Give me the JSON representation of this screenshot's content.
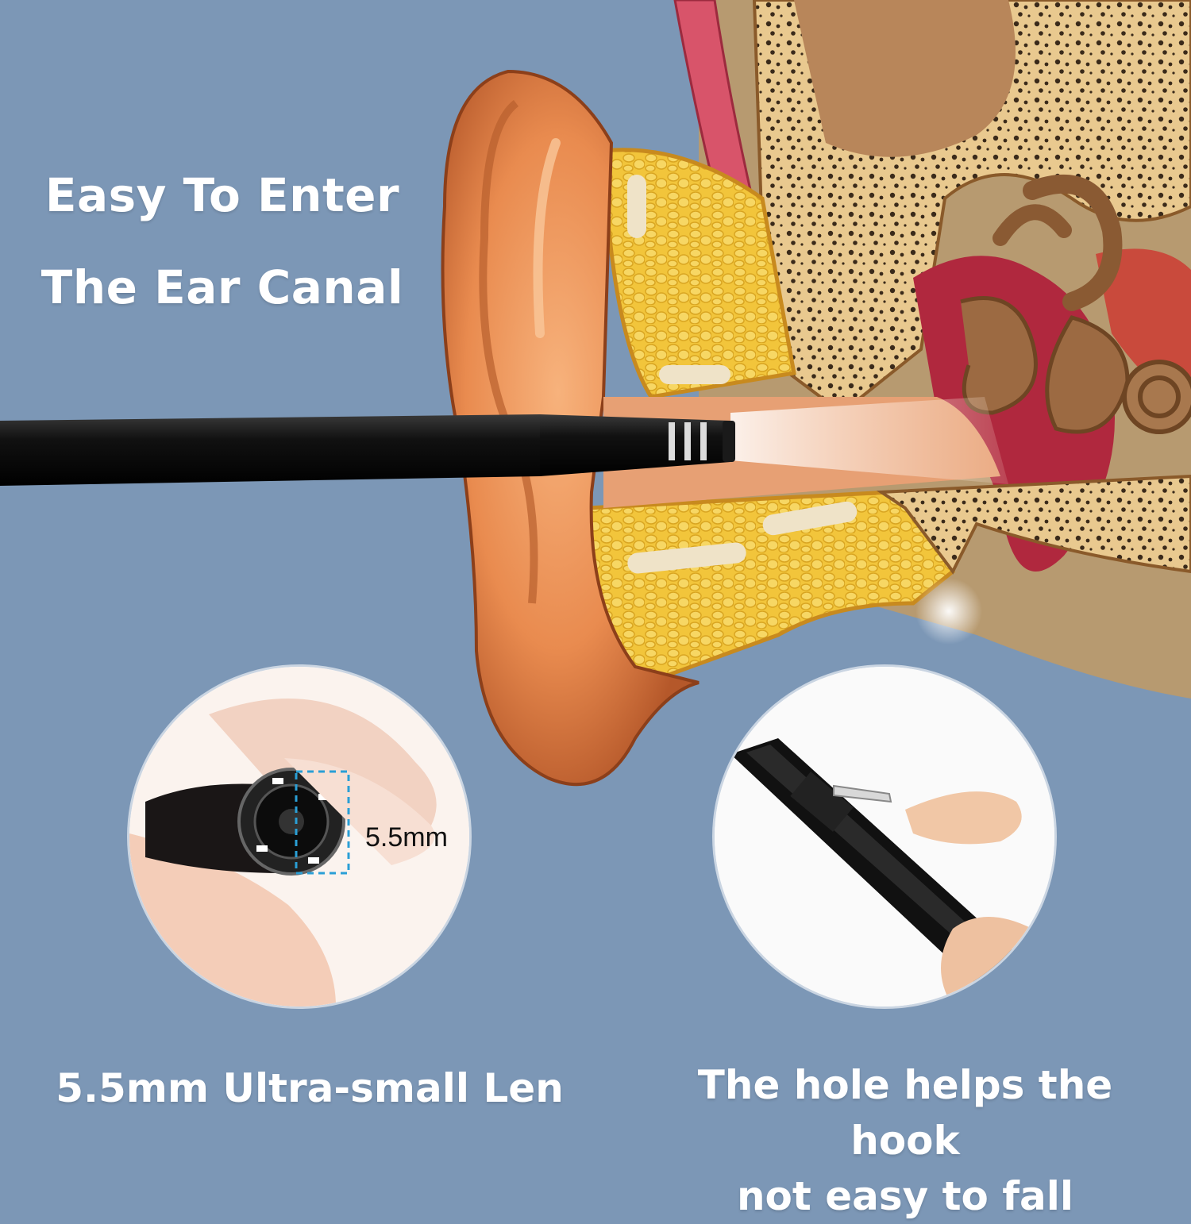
{
  "headline": {
    "line1": "Easy To Enter",
    "line2": "The Ear Canal"
  },
  "lens_detail": {
    "dimension": "5.5mm",
    "caption": "5.5mm Ultra-small Len"
  },
  "hook_detail": {
    "caption_line1": "The hole helps the hook",
    "caption_line2": "not easy to fall"
  },
  "colors": {
    "background": "#7c97b6",
    "ear_skin": "#e98b4f",
    "bone": "#f2c53b",
    "tissue": "#b0283e",
    "text": "#ffffff"
  }
}
